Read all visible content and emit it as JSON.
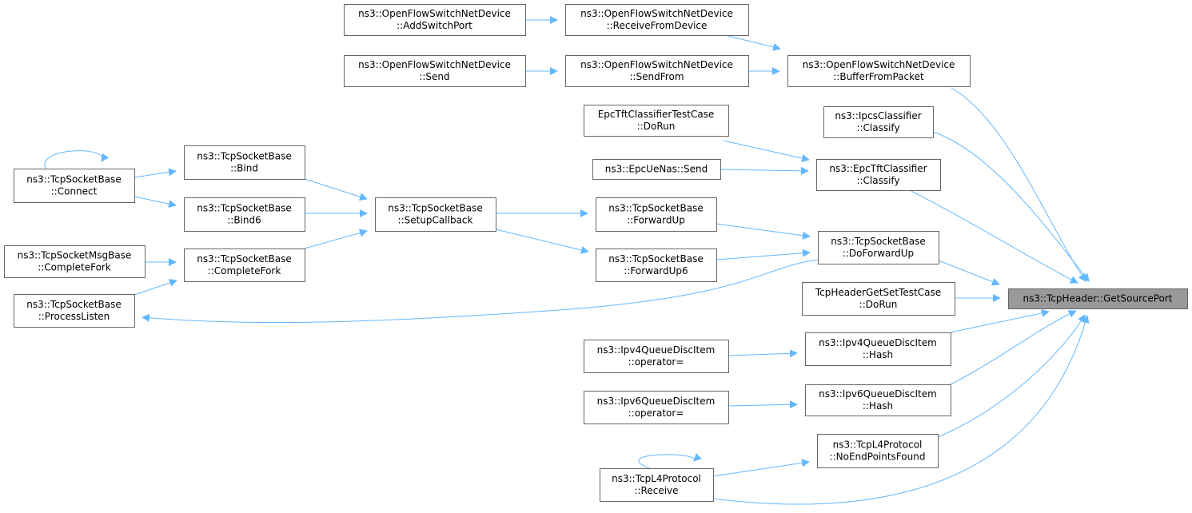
{
  "graph": {
    "accent_color": "#63b8ff",
    "focus_fill": "#999999",
    "nodes": [
      {
        "id": "getSourcePort",
        "lines": [
          "ns3::TcpHeader::GetSourcePort"
        ],
        "focus": true
      },
      {
        "id": "ofAddSwitchPort",
        "lines": [
          "ns3::OpenFlowSwitchNetDevice",
          "::AddSwitchPort"
        ]
      },
      {
        "id": "ofReceiveFromDevice",
        "lines": [
          "ns3::OpenFlowSwitchNetDevice",
          "::ReceiveFromDevice"
        ]
      },
      {
        "id": "ofSend",
        "lines": [
          "ns3::OpenFlowSwitchNetDevice",
          "::Send"
        ]
      },
      {
        "id": "ofSendFrom",
        "lines": [
          "ns3::OpenFlowSwitchNetDevice",
          "::SendFrom"
        ]
      },
      {
        "id": "ofBufferFromPacket",
        "lines": [
          "ns3::OpenFlowSwitchNetDevice",
          "::BufferFromPacket"
        ]
      },
      {
        "id": "ipcsClassify",
        "lines": [
          "ns3::IpcsClassifier",
          "::Classify"
        ]
      },
      {
        "id": "epcTestDoRun",
        "lines": [
          "EpcTftClassifierTestCase",
          "::DoRun"
        ]
      },
      {
        "id": "epcUeNasSend",
        "lines": [
          "ns3::EpcUeNas::Send"
        ]
      },
      {
        "id": "epcTftClassify",
        "lines": [
          "ns3::EpcTftClassifier",
          "::Classify"
        ]
      },
      {
        "id": "tsbConnect",
        "lines": [
          "ns3::TcpSocketBase",
          "::Connect"
        ]
      },
      {
        "id": "tsbBind",
        "lines": [
          "ns3::TcpSocketBase",
          "::Bind"
        ]
      },
      {
        "id": "tsbBind6",
        "lines": [
          "ns3::TcpSocketBase",
          "::Bind6"
        ]
      },
      {
        "id": "tsbSetupCallback",
        "lines": [
          "ns3::TcpSocketBase",
          "::SetupCallback"
        ]
      },
      {
        "id": "tsbForwardUp",
        "lines": [
          "ns3::TcpSocketBase",
          "::ForwardUp"
        ]
      },
      {
        "id": "tsbForwardUp6",
        "lines": [
          "ns3::TcpSocketBase",
          "::ForwardUp6"
        ]
      },
      {
        "id": "tsbDoForwardUp",
        "lines": [
          "ns3::TcpSocketBase",
          "::DoForwardUp"
        ]
      },
      {
        "id": "tsmbCompleteFork",
        "lines": [
          "ns3::TcpSocketMsgBase",
          "::CompleteFork"
        ]
      },
      {
        "id": "tsbCompleteFork",
        "lines": [
          "ns3::TcpSocketBase",
          "::CompleteFork"
        ]
      },
      {
        "id": "tsbProcessListen",
        "lines": [
          "ns3::TcpSocketBase",
          "::ProcessListen"
        ]
      },
      {
        "id": "tcpHeaderTestDoRun",
        "lines": [
          "TcpHeaderGetSetTestCase",
          "::DoRun"
        ]
      },
      {
        "id": "ipv4QdiOperator",
        "lines": [
          "ns3::Ipv4QueueDiscItem",
          "::operator="
        ]
      },
      {
        "id": "ipv4QdiHash",
        "lines": [
          "ns3::Ipv4QueueDiscItem",
          "::Hash"
        ]
      },
      {
        "id": "ipv6QdiOperator",
        "lines": [
          "ns3::Ipv6QueueDiscItem",
          "::operator="
        ]
      },
      {
        "id": "ipv6QdiHash",
        "lines": [
          "ns3::Ipv6QueueDiscItem",
          "::Hash"
        ]
      },
      {
        "id": "l4NoEndPoints",
        "lines": [
          "ns3::TcpL4Protocol",
          "::NoEndPointsFound"
        ]
      },
      {
        "id": "l4Receive",
        "lines": [
          "ns3::TcpL4Protocol",
          "::Receive"
        ]
      }
    ],
    "edges": [
      [
        "ofAddSwitchPort",
        "ofReceiveFromDevice"
      ],
      [
        "ofReceiveFromDevice",
        "ofBufferFromPacket"
      ],
      [
        "ofSend",
        "ofSendFrom"
      ],
      [
        "ofSendFrom",
        "ofBufferFromPacket"
      ],
      [
        "ofBufferFromPacket",
        "getSourcePort"
      ],
      [
        "ipcsClassify",
        "getSourcePort"
      ],
      [
        "epcTestDoRun",
        "epcTftClassify"
      ],
      [
        "epcUeNasSend",
        "epcTftClassify"
      ],
      [
        "epcTftClassify",
        "getSourcePort"
      ],
      [
        "tsbConnect",
        "tsbConnect"
      ],
      [
        "tsbConnect",
        "tsbBind"
      ],
      [
        "tsbConnect",
        "tsbBind6"
      ],
      [
        "tsbBind",
        "tsbSetupCallback"
      ],
      [
        "tsbBind6",
        "tsbSetupCallback"
      ],
      [
        "tsbCompleteFork",
        "tsbSetupCallback"
      ],
      [
        "tsmbCompleteFork",
        "tsbCompleteFork"
      ],
      [
        "tsbProcessListen",
        "tsbCompleteFork"
      ],
      [
        "tsbSetupCallback",
        "tsbForwardUp"
      ],
      [
        "tsbSetupCallback",
        "tsbForwardUp6"
      ],
      [
        "tsbForwardUp",
        "tsbDoForwardUp"
      ],
      [
        "tsbForwardUp6",
        "tsbDoForwardUp"
      ],
      [
        "tsbDoForwardUp",
        "tsbProcessListen"
      ],
      [
        "tsbDoForwardUp",
        "getSourcePort"
      ],
      [
        "tcpHeaderTestDoRun",
        "getSourcePort"
      ],
      [
        "ipv4QdiOperator",
        "ipv4QdiHash"
      ],
      [
        "ipv4QdiHash",
        "getSourcePort"
      ],
      [
        "ipv6QdiOperator",
        "ipv6QdiHash"
      ],
      [
        "ipv6QdiHash",
        "getSourcePort"
      ],
      [
        "l4NoEndPoints",
        "getSourcePort"
      ],
      [
        "l4Receive",
        "l4NoEndPoints"
      ],
      [
        "l4Receive",
        "l4Receive"
      ],
      [
        "l4Receive",
        "getSourcePort"
      ]
    ]
  }
}
